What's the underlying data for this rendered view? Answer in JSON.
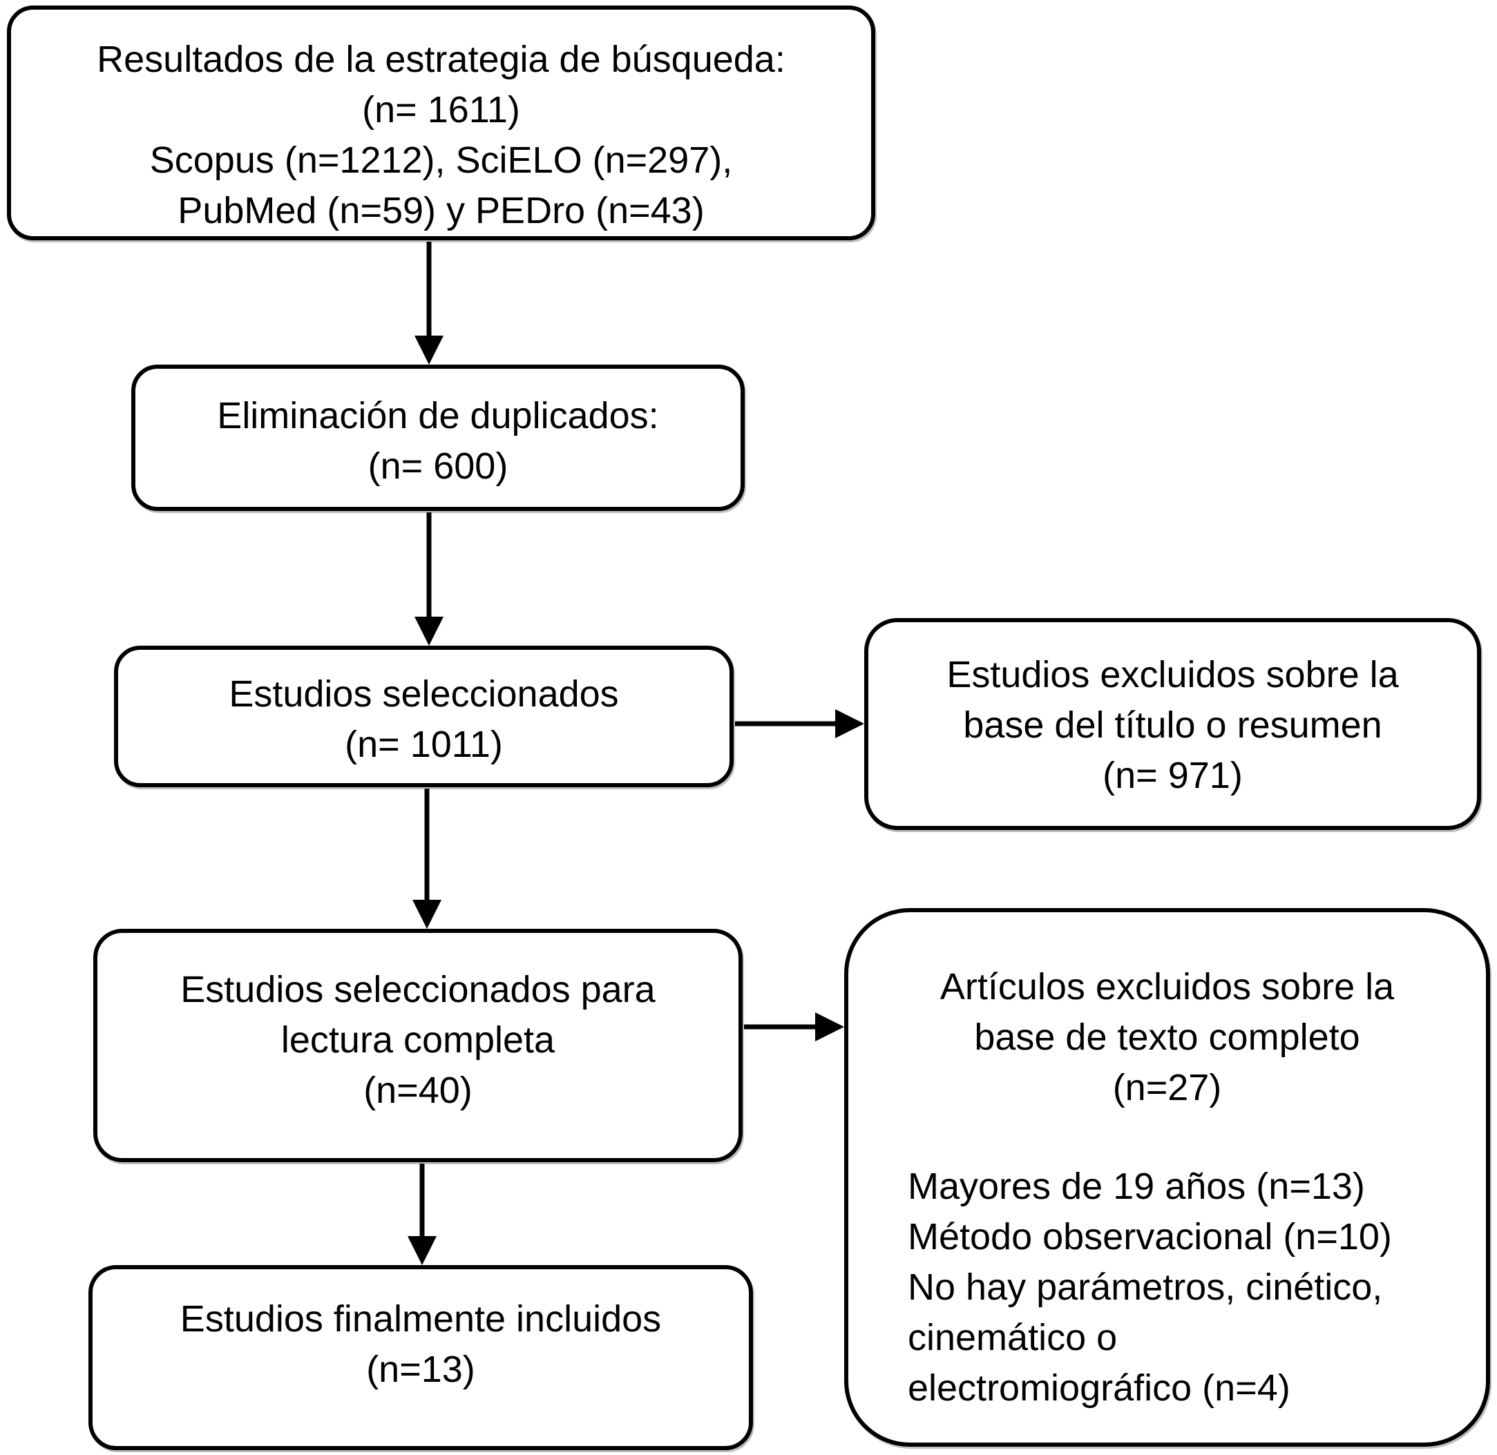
{
  "colors": {
    "background": "#ffffff",
    "border": "#000000",
    "text": "#000000"
  },
  "flowchart": {
    "boxes": [
      {
        "id": "search-results",
        "text": "Resultados de la estrategia de búsqueda:\n(n= 1611)\nScopus (n=1212), SciELO (n=297),\nPubMed (n=59) y PEDro (n=43)"
      },
      {
        "id": "duplicates-removed",
        "text": "Eliminación de duplicados:\n(n= 600)"
      },
      {
        "id": "studies-selected",
        "text": "Estudios seleccionados\n(n= 1011)"
      },
      {
        "id": "excluded-title-abstract",
        "text": "Estudios excluidos sobre la\nbase del título o resumen\n(n= 971)"
      },
      {
        "id": "fulltext-selected",
        "text": "Estudios seleccionados para\nlectura completa\n(n=40)"
      },
      {
        "id": "excluded-fulltext",
        "text": "Artículos excluidos sobre la\nbase de texto completo\n(n=27)",
        "reasons": "Mayores de 19 años (n=13)\nMétodo observacional (n=10)\nNo hay parámetros, cinético,\ncinemático o\nelectromiográfico (n=4)"
      },
      {
        "id": "finally-included",
        "text": "Estudios finalmente incluidos\n(n=13)"
      }
    ]
  }
}
